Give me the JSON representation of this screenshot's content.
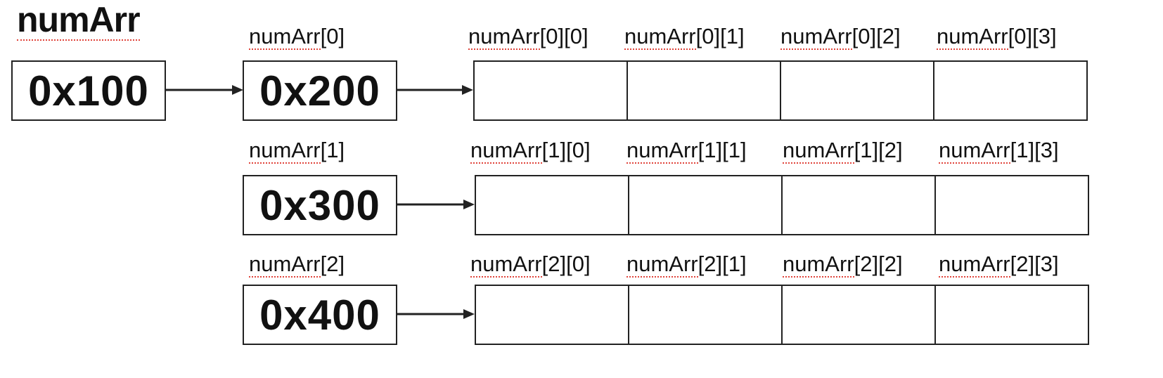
{
  "title": "numArr",
  "root_box": {
    "value": "0x100"
  },
  "rows": [
    {
      "row_label": "numArr[0]",
      "pointer_value": "0x200",
      "cells": [
        {
          "label": "numArr[0][0]",
          "value": ""
        },
        {
          "label": "numArr[0][1]",
          "value": ""
        },
        {
          "label": "numArr[0][2]",
          "value": ""
        },
        {
          "label": "numArr[0][3]",
          "value": ""
        }
      ]
    },
    {
      "row_label": "numArr[1]",
      "pointer_value": "0x300",
      "cells": [
        {
          "label": "numArr[1][0]",
          "value": ""
        },
        {
          "label": "numArr[1][1]",
          "value": ""
        },
        {
          "label": "numArr[1][2]",
          "value": ""
        },
        {
          "label": "numArr[1][3]",
          "value": ""
        }
      ]
    },
    {
      "row_label": "numArr[2]",
      "pointer_value": "0x400",
      "cells": [
        {
          "label": "numArr[2][0]",
          "value": ""
        },
        {
          "label": "numArr[2][1]",
          "value": ""
        },
        {
          "label": "numArr[2][2]",
          "value": ""
        },
        {
          "label": "numArr[2][3]",
          "value": ""
        }
      ]
    }
  ],
  "colors": {
    "stroke": "#222222",
    "text": "#111111",
    "spellcheck_underline": "#e0443b",
    "background": "#ffffff"
  }
}
